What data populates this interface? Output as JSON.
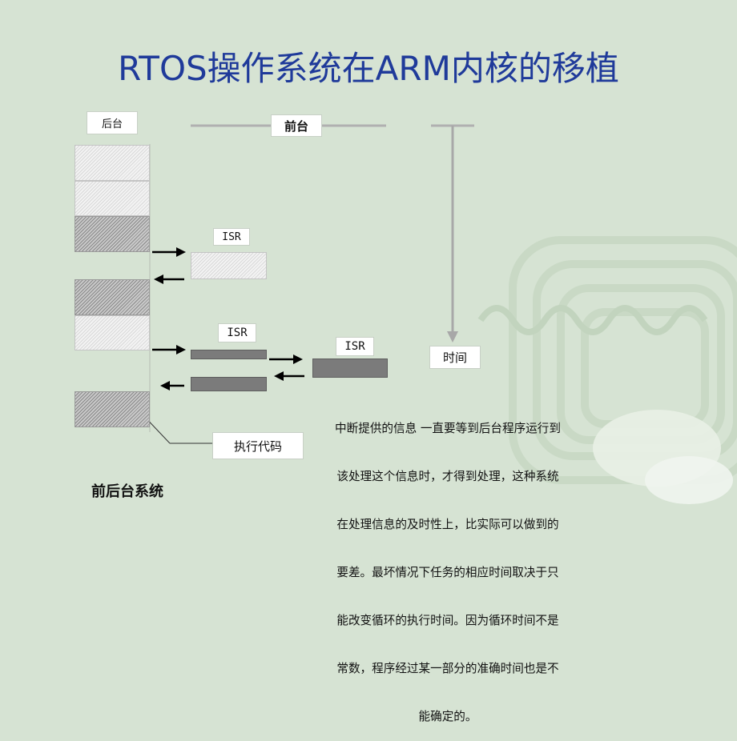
{
  "slide": {
    "title": "RTOS操作系统在ARM内核的移植"
  },
  "diagram": {
    "background_label": "后台",
    "foreground_label": "前台",
    "isr_label_1": "ISR",
    "isr_label_2": "ISR",
    "isr_label_3": "ISR",
    "time_label": "时间",
    "exec_code_label": "执行代码",
    "caption": "前后台系统",
    "description_lines": [
      "中断提供的信息 一直要等到后台程序运行到",
      "该处理这个信息时，才得到处理，这种系统",
      "在处理信息的及时性上，比实际可以做到的",
      "要差。最坏情况下任务的相应时间取决于只",
      "能改变循环的执行时间。因为循环时间不是",
      "常数，程序经过某一部分的准确时间也是不",
      "能确定的。"
    ]
  },
  "colors": {
    "title": "#1f3a9a",
    "background": "#d6e3d3"
  }
}
